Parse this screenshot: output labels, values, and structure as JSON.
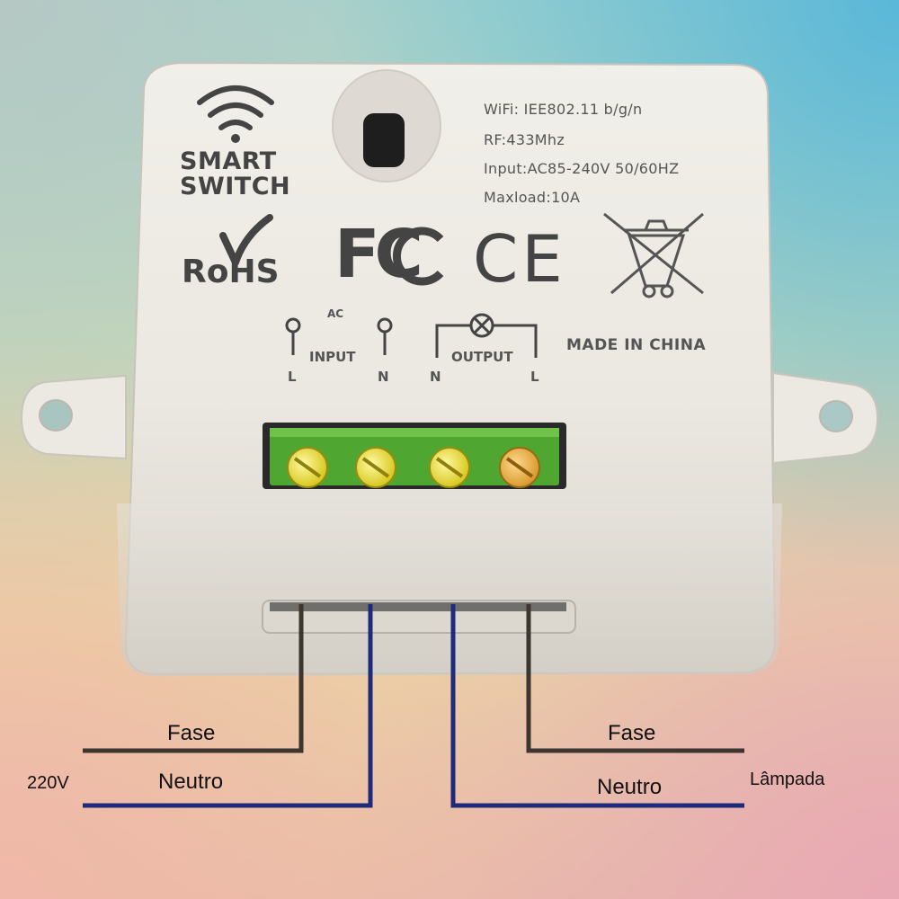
{
  "device": {
    "brand_line1": "SMART",
    "brand_line2": "SWITCH",
    "specs": [
      "WiFi: IEE802.11 b/g/n",
      "RF:433Mhz",
      "Input:AC85-240V 50/60HZ",
      "Maxload:10A"
    ],
    "rohs": "RoHS",
    "fcc": "FC",
    "ce": "CE",
    "ac_label": "AC",
    "input_label": "INPUT",
    "output_label": "OUTPUT",
    "terminals": [
      "L",
      "N",
      "N",
      "L"
    ],
    "made_in": "MADE IN CHINA"
  },
  "wiring": {
    "left_fase": "Fase",
    "left_neutro": "Neutro",
    "left_source": "220V",
    "right_fase": "Fase",
    "right_neutro": "Neutro",
    "right_load": "Lâmpada",
    "colors": {
      "fase": "#3d3530",
      "neutro": "#1e2b7a"
    }
  },
  "icons": [
    "wifi-icon",
    "checkmark-icon",
    "crossed-bin-icon",
    "lamp-icon"
  ]
}
